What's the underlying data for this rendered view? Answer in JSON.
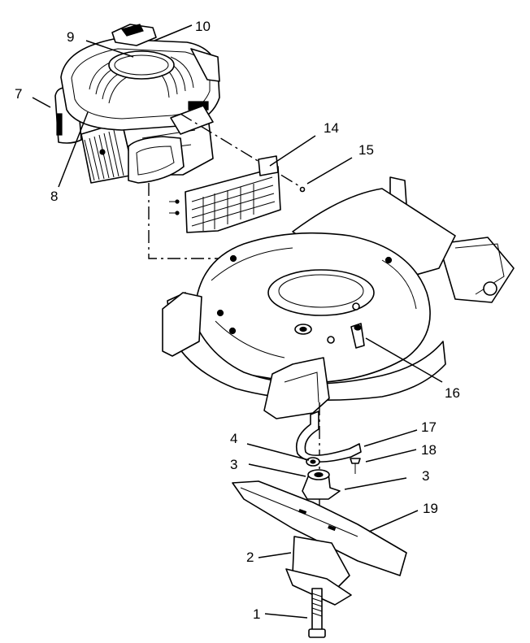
{
  "callouts": [
    {
      "id": "c1",
      "text": "1"
    },
    {
      "id": "c2",
      "text": "2"
    },
    {
      "id": "c3a",
      "text": "3"
    },
    {
      "id": "c3b",
      "text": "3"
    },
    {
      "id": "c4",
      "text": "4"
    },
    {
      "id": "c7",
      "text": "7"
    },
    {
      "id": "c8",
      "text": "8"
    },
    {
      "id": "c9",
      "text": "9"
    },
    {
      "id": "c10",
      "text": "10"
    },
    {
      "id": "c14",
      "text": "14"
    },
    {
      "id": "c15",
      "text": "15"
    },
    {
      "id": "c16",
      "text": "16"
    },
    {
      "id": "c17",
      "text": "17"
    },
    {
      "id": "c18",
      "text": "18"
    },
    {
      "id": "c19",
      "text": "19"
    }
  ]
}
